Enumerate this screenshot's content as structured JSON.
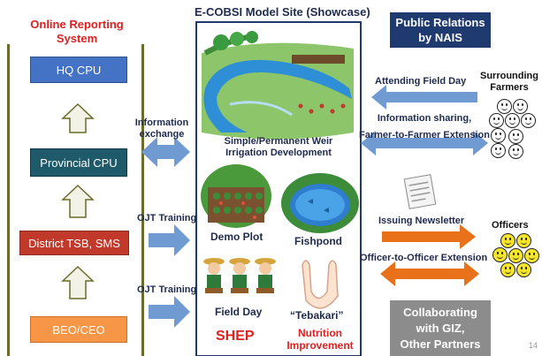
{
  "left": {
    "title_line1": "Online Reporting",
    "title_line2": "System",
    "boxes": {
      "hq": "HQ CPU",
      "provincial": "Provincial CPU",
      "district": "District TSB, SMS",
      "beo": "BEO/CEO"
    }
  },
  "center": {
    "title": "E-COBSI Model Site (Showcase)",
    "weir_line1": "Simple/Permanent Weir",
    "weir_line2": "Irrigation Development",
    "demo_plot": "Demo Plot",
    "fishpond": "Fishpond",
    "field_day": "Field Day",
    "shep": "SHEP",
    "tebakari": "“Tebakari”",
    "nutrition_line1": "Nutrition",
    "nutrition_line2": "Improvement"
  },
  "arrows": {
    "info_exchange_line1": "Information",
    "info_exchange_line2": "exchange",
    "ojt_1": "OJT Training",
    "ojt_2": "OJT Training"
  },
  "right": {
    "pr_line1": "Public Relations",
    "pr_line2": "by NAIS",
    "attending": "Attending Field Day",
    "sharing_line1": "Information sharing,",
    "sharing_line2": "Farmer-to-Farmer Extension",
    "farmers_line1": "Surrounding",
    "farmers_line2": "Farmers",
    "newsletter": "Issuing Newsletter",
    "officers": "Officers",
    "officer_ext": "Officer-to-Officer Extension",
    "collab_line1": "Collaborating",
    "collab_line2": "with GIZ,",
    "collab_line3": "Other Partners"
  },
  "page_number": "14",
  "colors": {
    "navy": "#1f3a6e",
    "blue_box": "#4472c4",
    "teal_box": "#1e5a6a",
    "red_box": "#c0392b",
    "orange_box": "#f79646",
    "arrow_blue": "#6f9bd2",
    "arrow_orange": "#e8711a",
    "gray_box": "#8c8c8c",
    "red_text": "#e02020"
  }
}
